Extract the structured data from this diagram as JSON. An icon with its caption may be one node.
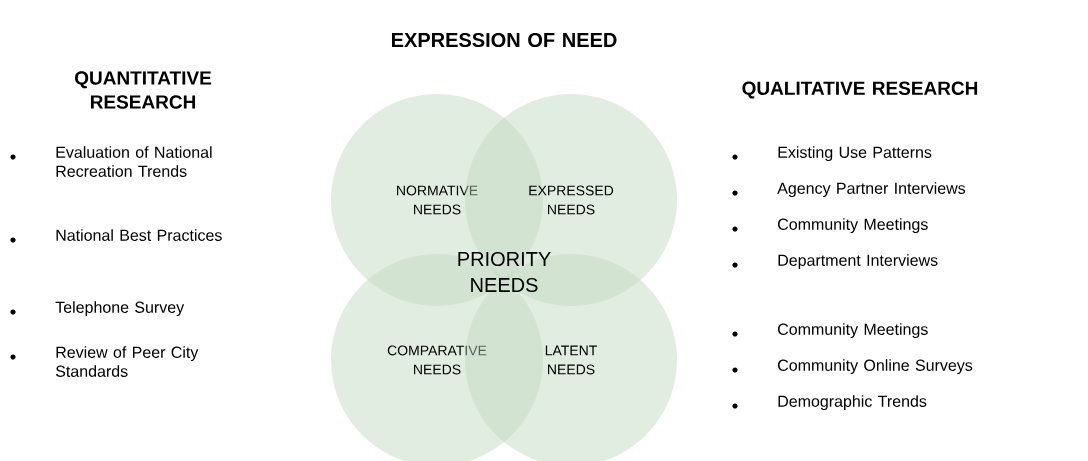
{
  "diagram": {
    "title": "EXPRESSION OF NEED",
    "nodes": [
      {
        "text": [
          "NORMATIVE NEEDS"
        ]
      },
      {
        "text": [
          "EXPRESSED NEEDS"
        ]
      },
      {
        "text": [
          "COMPARATIVE NEEDS"
        ]
      },
      {
        "text": [
          "LATENT NEEDS"
        ]
      }
    ],
    "labels": [
      "QUANTITATIVE RESEARCH",
      "Evaluation of National Recreation Trends",
      "National Best Practices",
      "Telephone Survey",
      "Review of Peer City Standards",
      "PRIORITY NEEDS",
      "QUALITATIVE RESEARCH",
      "Existing Use Patterns",
      "Agency Partner Interviews",
      "Community Meetings",
      "Department Interviews",
      "Community Meetings",
      "Community Online Surveys",
      "Demographic Trends"
    ]
  }
}
